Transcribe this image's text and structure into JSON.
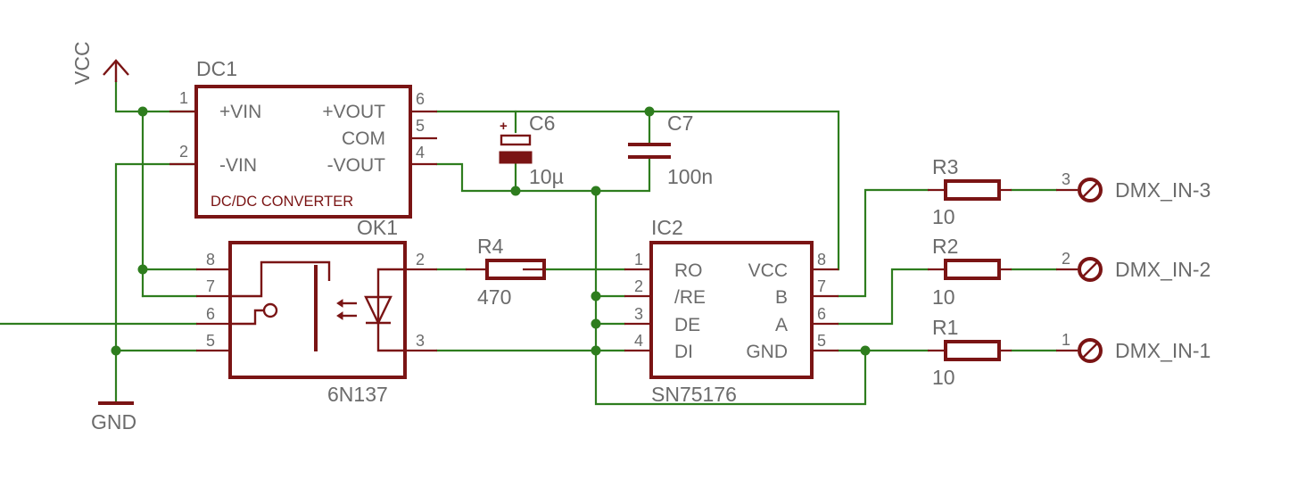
{
  "power": {
    "vcc": "VCC",
    "gnd": "GND"
  },
  "dc1": {
    "name": "DC1",
    "vin_plus": "+VIN",
    "vin_minus": "-VIN",
    "vout_plus": "+VOUT",
    "com": "COM",
    "vout_minus": "-VOUT",
    "subtitle": "DC/DC CONVERTER",
    "pins": [
      "1",
      "2",
      "6",
      "5",
      "4"
    ]
  },
  "c6": {
    "name": "C6",
    "value": "10µ",
    "polarity": "+"
  },
  "c7": {
    "name": "C7",
    "value": "100n"
  },
  "ok1": {
    "name": "OK1",
    "value": "6N137",
    "pins": [
      "8",
      "7",
      "6",
      "5",
      "2",
      "3"
    ]
  },
  "r4": {
    "name": "R4",
    "value": "470"
  },
  "ic2": {
    "name": "IC2",
    "value": "SN75176",
    "left": [
      "RO",
      "/RE",
      "DE",
      "DI"
    ],
    "right": [
      "VCC",
      "B",
      "A",
      "GND"
    ],
    "left_pins": [
      "1",
      "2",
      "3",
      "4"
    ],
    "right_pins": [
      "8",
      "7",
      "6",
      "5"
    ]
  },
  "r3": {
    "name": "R3",
    "value": "10"
  },
  "r2": {
    "name": "R2",
    "value": "10"
  },
  "r1": {
    "name": "R1",
    "value": "10"
  },
  "connectors": [
    {
      "pin": "3",
      "label": "DMX_IN-3"
    },
    {
      "pin": "2",
      "label": "DMX_IN-2"
    },
    {
      "pin": "1",
      "label": "DMX_IN-1"
    }
  ],
  "colors": {
    "wire": "#2e7d1e",
    "part": "#7a1414",
    "text": "#6b6b6b"
  }
}
